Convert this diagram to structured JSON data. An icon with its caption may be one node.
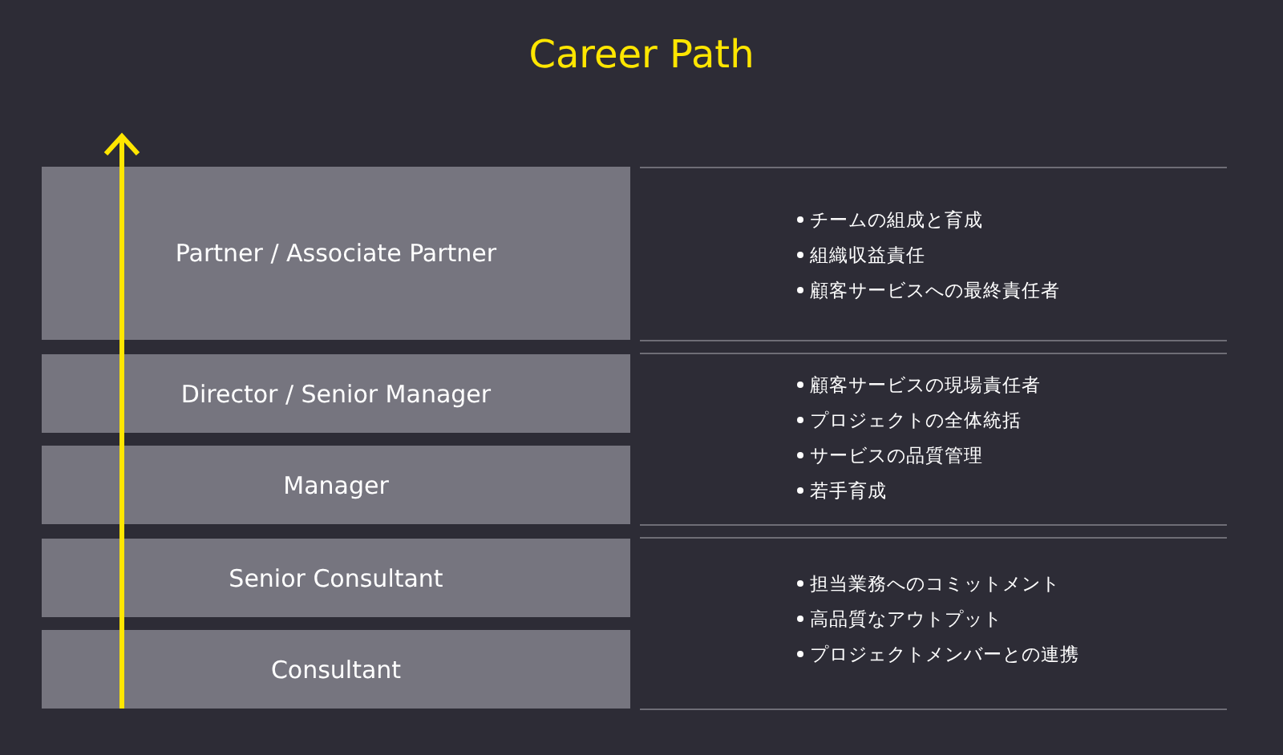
{
  "diagram": {
    "title": "Career Path",
    "nodes": [
      {
        "text": [
          "Partner / Associate Partner"
        ]
      },
      {
        "text": [
          "Director / Senior Manager"
        ]
      },
      {
        "text": [
          "Manager"
        ]
      },
      {
        "text": [
          "Senior Consultant"
        ]
      },
      {
        "text": [
          "Consultant"
        ]
      }
    ],
    "edges": [],
    "labels": [
      "チームの組成と育成",
      "組織収益責任",
      "顧客サービスへの最終責任者",
      "顧客サービスの現場責任者",
      "プロジェクトの全体統括",
      "サービスの品質管理",
      "若手育成",
      "担当業務へのコミットメント",
      "高品質なアウトプット",
      "プロジェクトメンバーとの連携"
    ]
  }
}
